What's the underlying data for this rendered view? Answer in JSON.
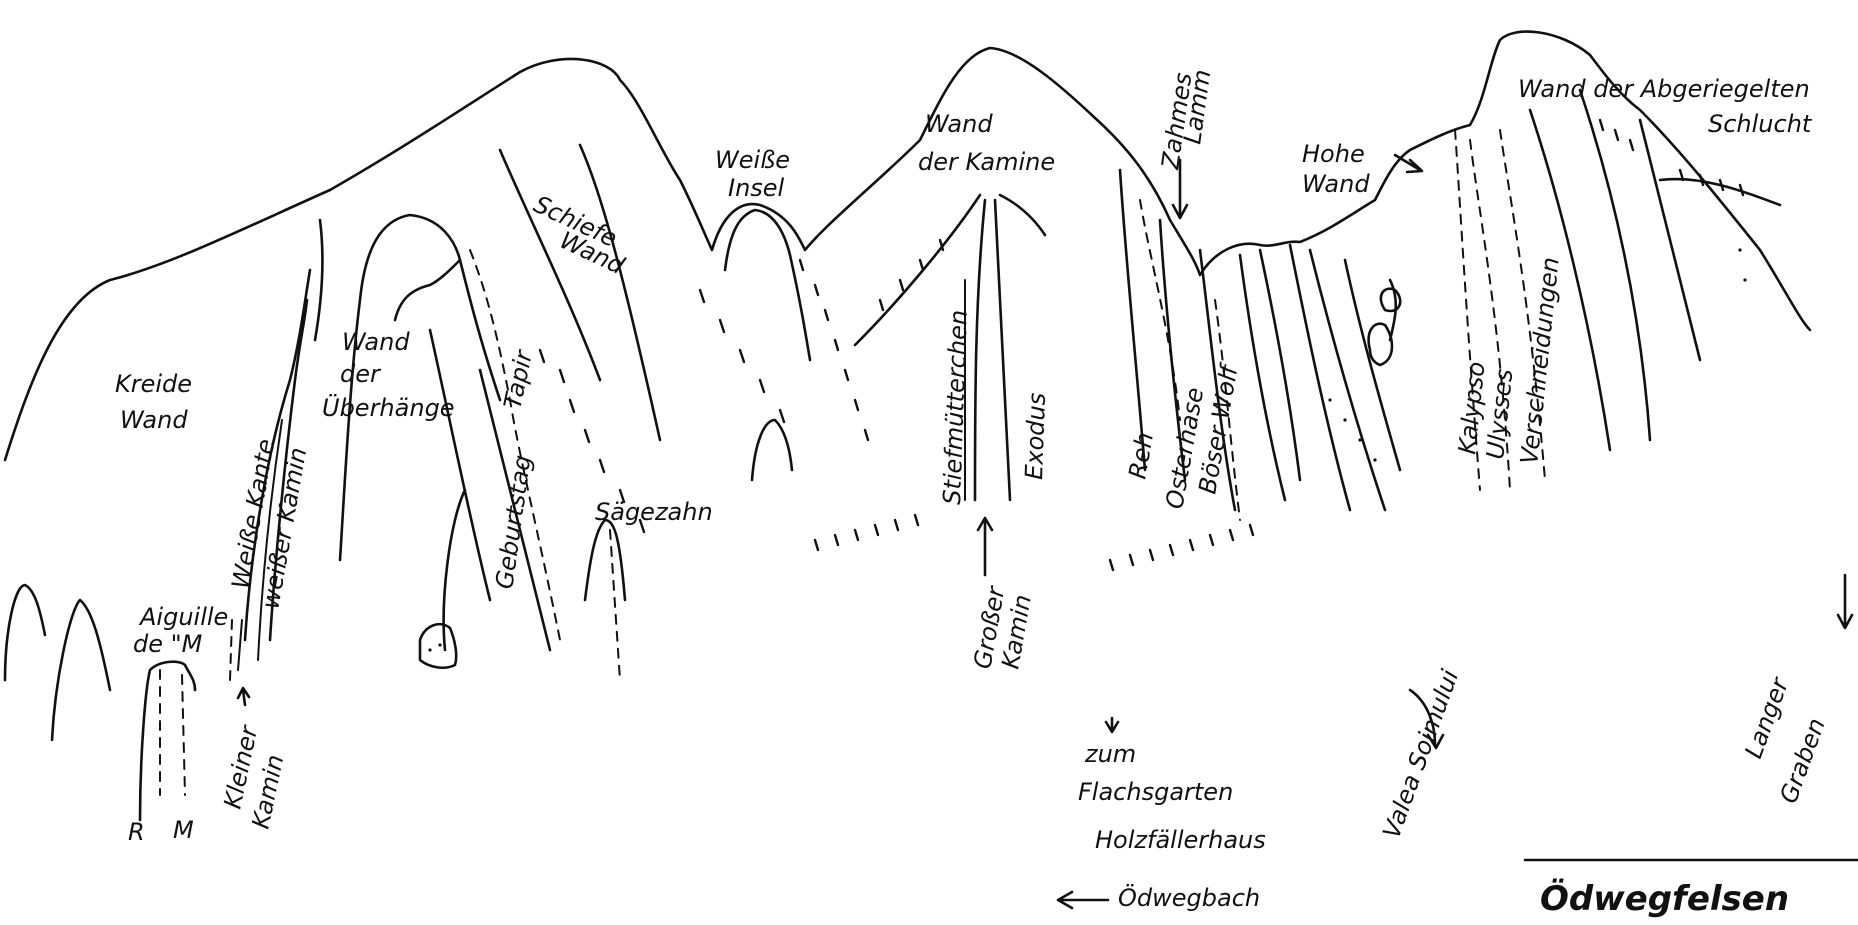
{
  "labels": {
    "kreide": "Kreide",
    "kreide_wand": "Wand",
    "aiguille": "Aiguille",
    "aiguille_de": "de \"M",
    "weisse_kante": "Weiße Kante",
    "weisser_kamin": "weißer Kamin",
    "kleiner": "Kleiner",
    "kleiner_kamin": "Kamin",
    "r": "R",
    "m": "M",
    "wand_der": "Wand",
    "der": "der",
    "ueberhaenge": "Überhänge",
    "geburtstag": "Geburtstag",
    "tapir": "Tapir",
    "schiefe": "Schiefe",
    "schiefe_wand": "Wand",
    "saegezahn": "Sägezahn",
    "weisse": "Weiße",
    "insel": "Insel",
    "kamine_1": "Wand",
    "kamine_2": "der Kamine",
    "stiefmuetterchen": "Stiefmütterchen",
    "exodus": "Exodus",
    "grosser": "Großer",
    "grosser_kamin": "Kamin",
    "zahmes": "Zahmes",
    "lamm": "Lamm",
    "reh": "Reh",
    "osterhase": "Osterhase",
    "boeser_wolf": "Böser Wolf",
    "hohe": "Hohe",
    "hohe_wand": "Wand",
    "kalypso": "Kalypso",
    "ulysses": "Ulysses",
    "verschneidungen": "Verschneidungen",
    "abgeriegelt_1": "Wand der Abgeriegelten",
    "abgeriegelt_2": "Schlucht",
    "zum": "zum",
    "flachsgarten": "Flachsgarten",
    "holzfaellerhaus": "Holzfällerhaus",
    "oedwegbach": "Ödwegbach",
    "valea": "Valea Soimului",
    "langer": "Langer",
    "graben": "Graben",
    "title": "Ödwegfelsen"
  }
}
